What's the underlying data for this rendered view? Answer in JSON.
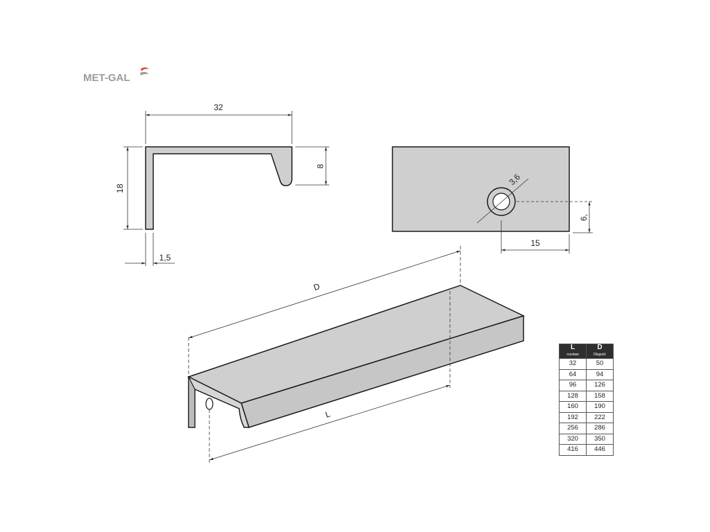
{
  "brand": {
    "name": "MET-GAL",
    "accent_color": "#e64b3c",
    "logo_icon": "swirl-icon"
  },
  "dimensions": {
    "profile_width": "32",
    "profile_height": "18",
    "lip_height": "8",
    "wall_thickness": "1,5",
    "hole_diameter": "3,6",
    "hole_offset_edge": "15",
    "hole_offset_height": "6,"
  },
  "isometric_labels": {
    "total_length": "D",
    "spacing": "L"
  },
  "table": {
    "headers": [
      {
        "main": "L",
        "sub": "rozstaw"
      },
      {
        "main": "D",
        "sub": "Długość"
      }
    ],
    "rows": [
      [
        "32",
        "50"
      ],
      [
        "64",
        "94"
      ],
      [
        "96",
        "126"
      ],
      [
        "128",
        "158"
      ],
      [
        "160",
        "190"
      ],
      [
        "192",
        "222"
      ],
      [
        "256",
        "286"
      ],
      [
        "320",
        "350"
      ],
      [
        "416",
        "446"
      ]
    ]
  },
  "colors": {
    "profile_fill": "#cfcfcf",
    "outline": "#1a1a1a",
    "dimension_line": "#333333"
  }
}
